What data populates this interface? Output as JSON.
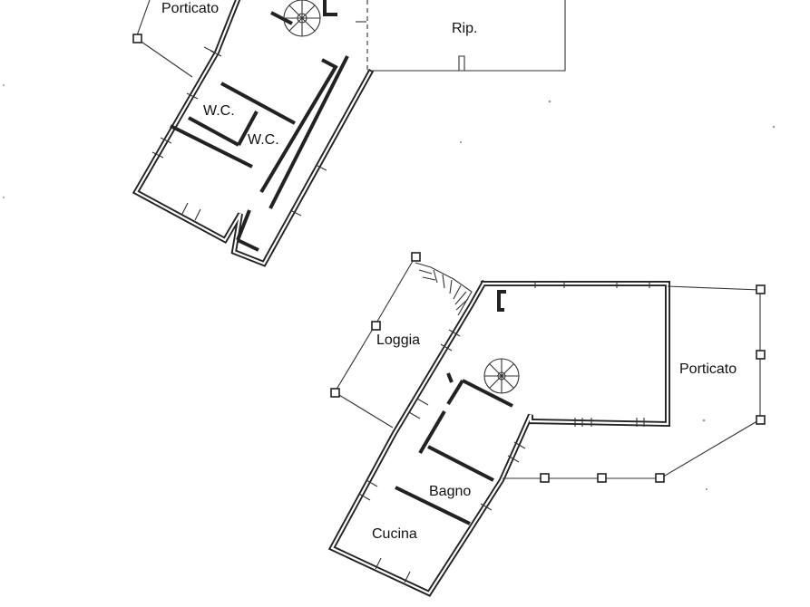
{
  "labels": {
    "porticato_top": "Porticato",
    "rip": "Rip.",
    "wc_1": "W.C.",
    "wc_2": "W.C.",
    "loggia": "Loggia",
    "porticato_right": "Porticato",
    "bagno": "Bagno",
    "cucina": "Cucina"
  }
}
